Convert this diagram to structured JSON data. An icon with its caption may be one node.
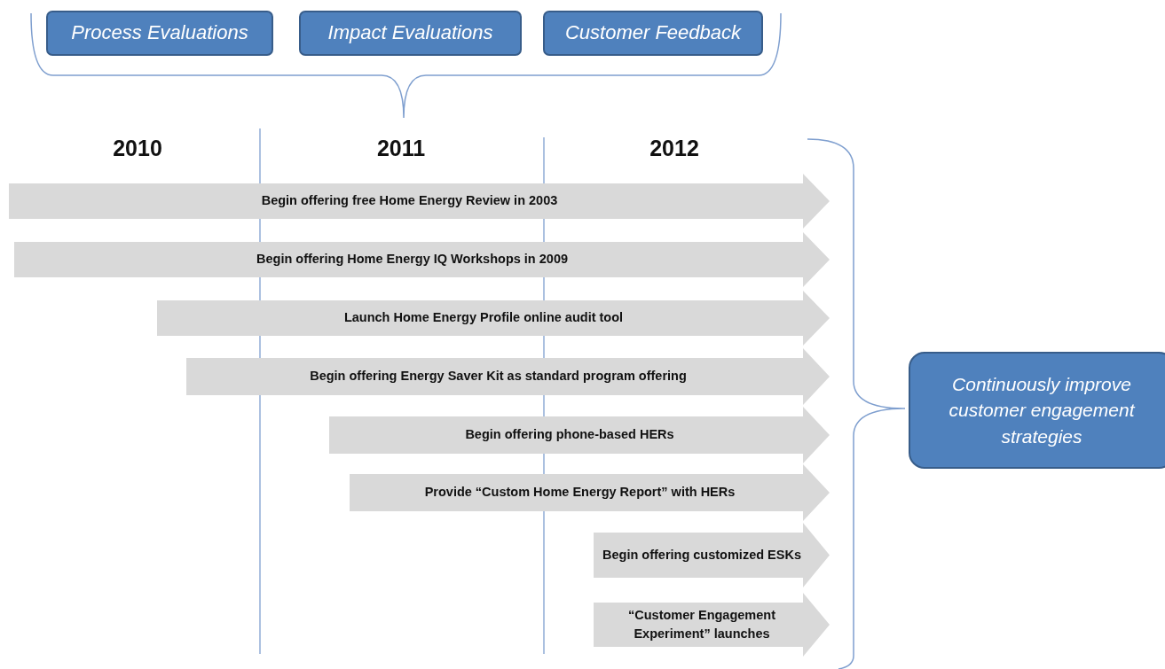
{
  "diagram": {
    "nodes": [
      {
        "text": [
          "Process Evaluations"
        ]
      },
      {
        "text": [
          "Impact Evaluations"
        ]
      },
      {
        "text": [
          "Customer Feedback"
        ]
      },
      {
        "text": [
          "Begin offering free Home Energy Review in 2003"
        ]
      },
      {
        "text": [
          "Begin offering Home Energy IQ Workshops in 2009"
        ]
      },
      {
        "text": [
          "Launch Home Energy Profile online audit tool"
        ]
      },
      {
        "text": [
          "Begin offering Energy Saver Kit as standard program offering"
        ]
      },
      {
        "text": [
          "Begin offering phone-based HERs"
        ]
      },
      {
        "text": [
          "Provide “Custom Home Energy Report” with HERs"
        ]
      },
      {
        "text": [
          "Begin offering customized ESKs"
        ]
      },
      {
        "text": [
          "“Customer Engagement Experiment” launches"
        ]
      },
      {
        "text": [
          "Continuously improve customer engagement strategies"
        ]
      }
    ],
    "edges": [],
    "labels": [
      "2010",
      "2011",
      "2012"
    ]
  }
}
